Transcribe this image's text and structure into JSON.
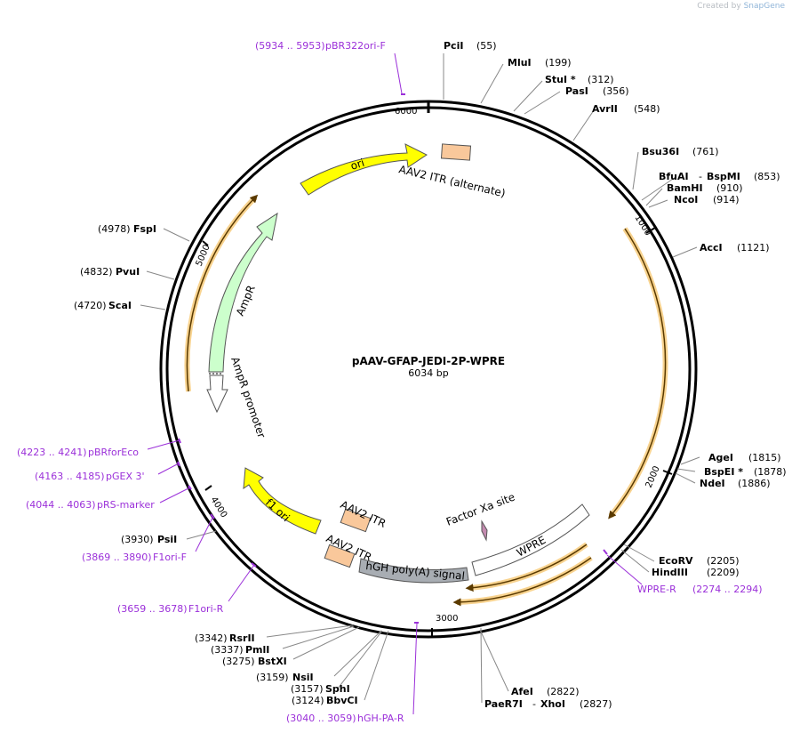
{
  "brand": {
    "created_by": "Created by",
    "app": "SnapGene"
  },
  "plasmid": {
    "name": "pAAV-GFAP-JEDI-2P-WPRE",
    "size": "6034 bp"
  },
  "ticks": [
    "1000",
    "2000",
    "3000",
    "4000",
    "5000",
    "6000"
  ],
  "features": {
    "ori": "ori",
    "itr_alt": "AAV2 ITR (alternate)",
    "ampr": "AmpR",
    "ampr_promoter": "AmpR promoter",
    "f1ori": "f1 ori",
    "itr1": "AAV2 ITR",
    "itr2": "AAV2 ITR",
    "hgh": "hGH poly(A) signal",
    "factor_xa": "Factor Xa site",
    "wpre": "WPRE"
  },
  "enzymes": [
    {
      "name": "PciI",
      "pos": "(55)"
    },
    {
      "name": "MluI",
      "pos": "(199)"
    },
    {
      "name": "StuI *",
      "pos": "(312)"
    },
    {
      "name": "PasI",
      "pos": "(356)"
    },
    {
      "name": "AvrII",
      "pos": "(548)"
    },
    {
      "name": "Bsu36I",
      "pos": "(761)"
    },
    {
      "name": "BfuAI",
      "sep": "-",
      "name2": "BspMI",
      "pos": "(853)"
    },
    {
      "name": "BamHI",
      "pos": "(910)"
    },
    {
      "name": "NcoI",
      "pos": "(914)"
    },
    {
      "name": "AccI",
      "pos": "(1121)"
    },
    {
      "name": "AgeI",
      "pos": "(1815)"
    },
    {
      "name": "BspEI *",
      "pos": "(1878)"
    },
    {
      "name": "NdeI",
      "pos": "(1886)"
    },
    {
      "name": "EcoRV",
      "pos": "(2205)"
    },
    {
      "name": "HindIII",
      "pos": "(2209)"
    },
    {
      "name": "AfeI",
      "pos": "(2822)"
    },
    {
      "name": "PaeR7I",
      "sep": "-",
      "name2": "XhoI",
      "pos": "(2827)"
    },
    {
      "name": "BbvCI",
      "pos": "(3124)"
    },
    {
      "name": "SphI",
      "pos": "(3157)"
    },
    {
      "name": "NsiI",
      "pos": "(3159)"
    },
    {
      "name": "BstXI",
      "pos": "(3275)"
    },
    {
      "name": "PmlI",
      "pos": "(3337)"
    },
    {
      "name": "RsrII",
      "pos": "(3342)"
    },
    {
      "name": "PsiI",
      "pos": "(3930)"
    },
    {
      "name": "ScaI",
      "pos": "(4720)"
    },
    {
      "name": "PvuI",
      "pos": "(4832)"
    },
    {
      "name": "FspI",
      "pos": "(4978)"
    }
  ],
  "primers": [
    {
      "range": "(5934 .. 5953)",
      "name": "pBR322ori-F"
    },
    {
      "range": "(2274 .. 2294)",
      "name": "WPRE-R"
    },
    {
      "range": "(3040 .. 3059)",
      "name": "hGH-PA-R"
    },
    {
      "range": "(3659 .. 3678)",
      "name": "F1ori-R"
    },
    {
      "range": "(3869 .. 3890)",
      "name": "F1ori-F"
    },
    {
      "range": "(4044 .. 4063)",
      "name": "pRS-marker"
    },
    {
      "range": "(4163 .. 4185)",
      "name": "pGEX 3'"
    },
    {
      "range": "(4223 .. 4241)",
      "name": "pBRforEco"
    }
  ],
  "colors": {
    "ori": "#ffff00",
    "itr": "#f9c89b",
    "ampr": "#ccffcc",
    "hgh": "#a8adb3",
    "wpre": "#ffffff",
    "orf": "#f5c060",
    "primer": "#9b30d9",
    "factor_xa": "#c48bb0"
  }
}
